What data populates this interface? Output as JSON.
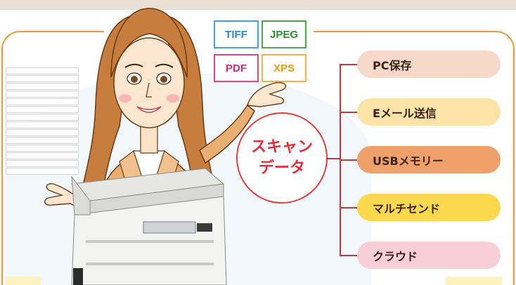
{
  "formats": {
    "tiff": "TIFF",
    "jpeg": "JPEG",
    "pdf": "PDF",
    "xps": "XPS"
  },
  "scan_data": {
    "line1": "スキャン",
    "line2": "データ"
  },
  "destinations": [
    {
      "label": "PC保存"
    },
    {
      "label": "Eメール送信"
    },
    {
      "label": "USBメモリー"
    },
    {
      "label": "マルチセンド"
    },
    {
      "label": "クラウド"
    }
  ],
  "colors": {
    "frame": "#e89a3c",
    "tree_line": "#c13a3a",
    "scan_circle": "#e2403f",
    "tiff": "#2c86c8",
    "jpeg": "#2f8d2e",
    "pdf": "#d22c72",
    "xps": "#e89a18",
    "pill_pc": "#f8d8c8",
    "pill_email": "#fde3a8",
    "pill_usb": "#f0a06a",
    "pill_multi": "#fcd84e",
    "pill_cloud": "#f8cfd9"
  }
}
